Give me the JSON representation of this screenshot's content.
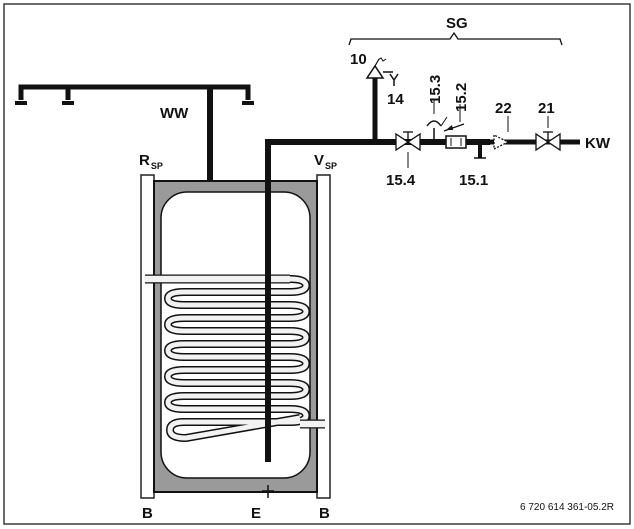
{
  "labels": {
    "sg": "SG",
    "ww": "WW",
    "kw": "KW",
    "r": "R",
    "r_sub": "SP",
    "v": "V",
    "v_sub": "SP",
    "b_left": "B",
    "b_right": "B",
    "e": "E",
    "n10": "10",
    "n14": "14",
    "n15_1": "15.1",
    "n15_2": "15.2",
    "n15_3": "15.3",
    "n15_4": "15.4",
    "n21": "21",
    "n22": "22"
  },
  "drawing_code": "6 720 614 361-05.2R",
  "colors": {
    "frame": "#3c3c3c",
    "tank_wall": "#9a9a9a",
    "pipe": "#111111",
    "coil": "#f2f2f2"
  }
}
